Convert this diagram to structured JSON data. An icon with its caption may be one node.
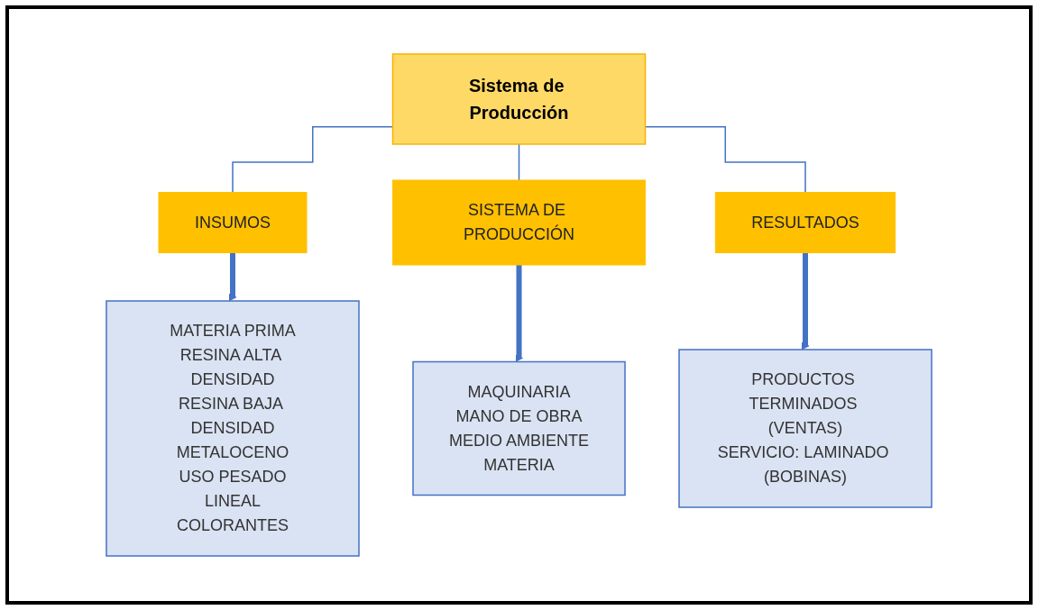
{
  "diagram": {
    "nodes": [
      {
        "text": [
          "Sistema de Producción"
        ]
      },
      {
        "text": [
          "INSUMOS"
        ]
      },
      {
        "text": [
          "SISTEMA DE PRODUCCIÓN"
        ]
      },
      {
        "text": [
          "RESULTADOS"
        ]
      },
      {
        "text": [
          "MATERIA PRIMA",
          "RESINA ALTA DENSIDAD",
          "RESINA BAJA DENSIDAD",
          "METALOCENO",
          "USO PESADO",
          "LINEAL",
          "COLORANTES"
        ]
      },
      {
        "text": [
          "MAQUINARIA",
          "MANO DE OBRA",
          "MEDIO AMBIENTE",
          "MATERIA"
        ]
      },
      {
        "text": [
          "PRODUCTOS TERMINADOS (VENTAS)",
          "SERVICIO: LAMINADO (BOBINAS)"
        ]
      }
    ],
    "edges": [
      {
        "from": 0,
        "to": 1,
        "arrow": "none"
      },
      {
        "from": 0,
        "to": 2,
        "arrow": "none"
      },
      {
        "from": 0,
        "to": 3,
        "arrow": "none"
      },
      {
        "from": 1,
        "to": 4,
        "arrow": "to",
        "style": "thick"
      },
      {
        "from": 2,
        "to": 5,
        "arrow": "to",
        "style": "thick"
      },
      {
        "from": 3,
        "to": 6,
        "arrow": "to",
        "style": "thick"
      }
    ]
  }
}
